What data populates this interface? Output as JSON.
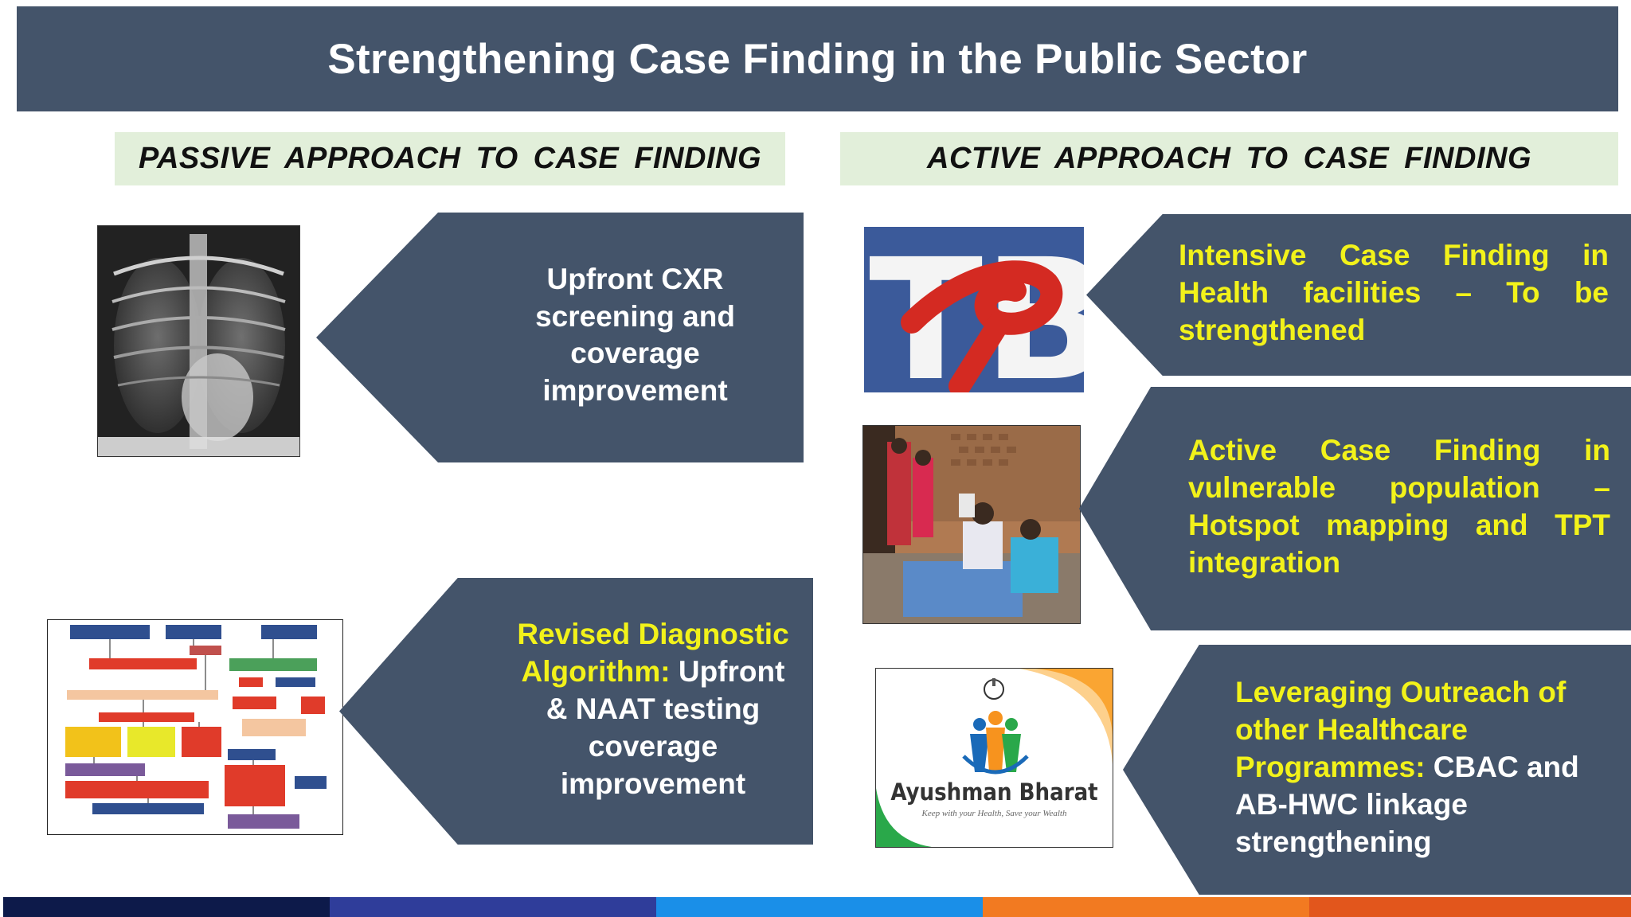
{
  "title": "Strengthening Case Finding in the Public Sector",
  "passive": {
    "header": "PASSIVE  APPROACH  TO  CASE  FINDING",
    "cxr": {
      "text": "Upfront CXR screening and coverage improvement"
    },
    "algo": {
      "highlight": "Revised Diagnostic Algorithm:",
      "rest": " Upfront & NAAT testing coverage improvement"
    }
  },
  "active": {
    "header": "ACTIVE APPROACH  TO  CASE  FINDING",
    "icf": {
      "text": "Intensive Case Finding in Health facilities – To be strengthened"
    },
    "acf": {
      "text": "Active Case Finding in vulnerable population – Hotspot mapping and TPT integration"
    },
    "outreach": {
      "highlight": "Leveraging Outreach of other Healthcare Programmes:",
      "rest": " CBAC and AB-HWC linkage strengthening"
    }
  },
  "images": {
    "tb_logo_letters": "TB",
    "ayushman_name": "Ayushman Bharat",
    "ayushman_tagline": "Keep with your Health, Save your Wealth"
  },
  "colors": {
    "title_bg": "#44546a",
    "header_bg": "#e2efda",
    "arrow_bg": "#44546a",
    "highlight_text": "#f2f21a",
    "footer": [
      "#0d1a4a",
      "#2f3d9a",
      "#1a8fe8",
      "#f27a21",
      "#e2561c"
    ]
  }
}
